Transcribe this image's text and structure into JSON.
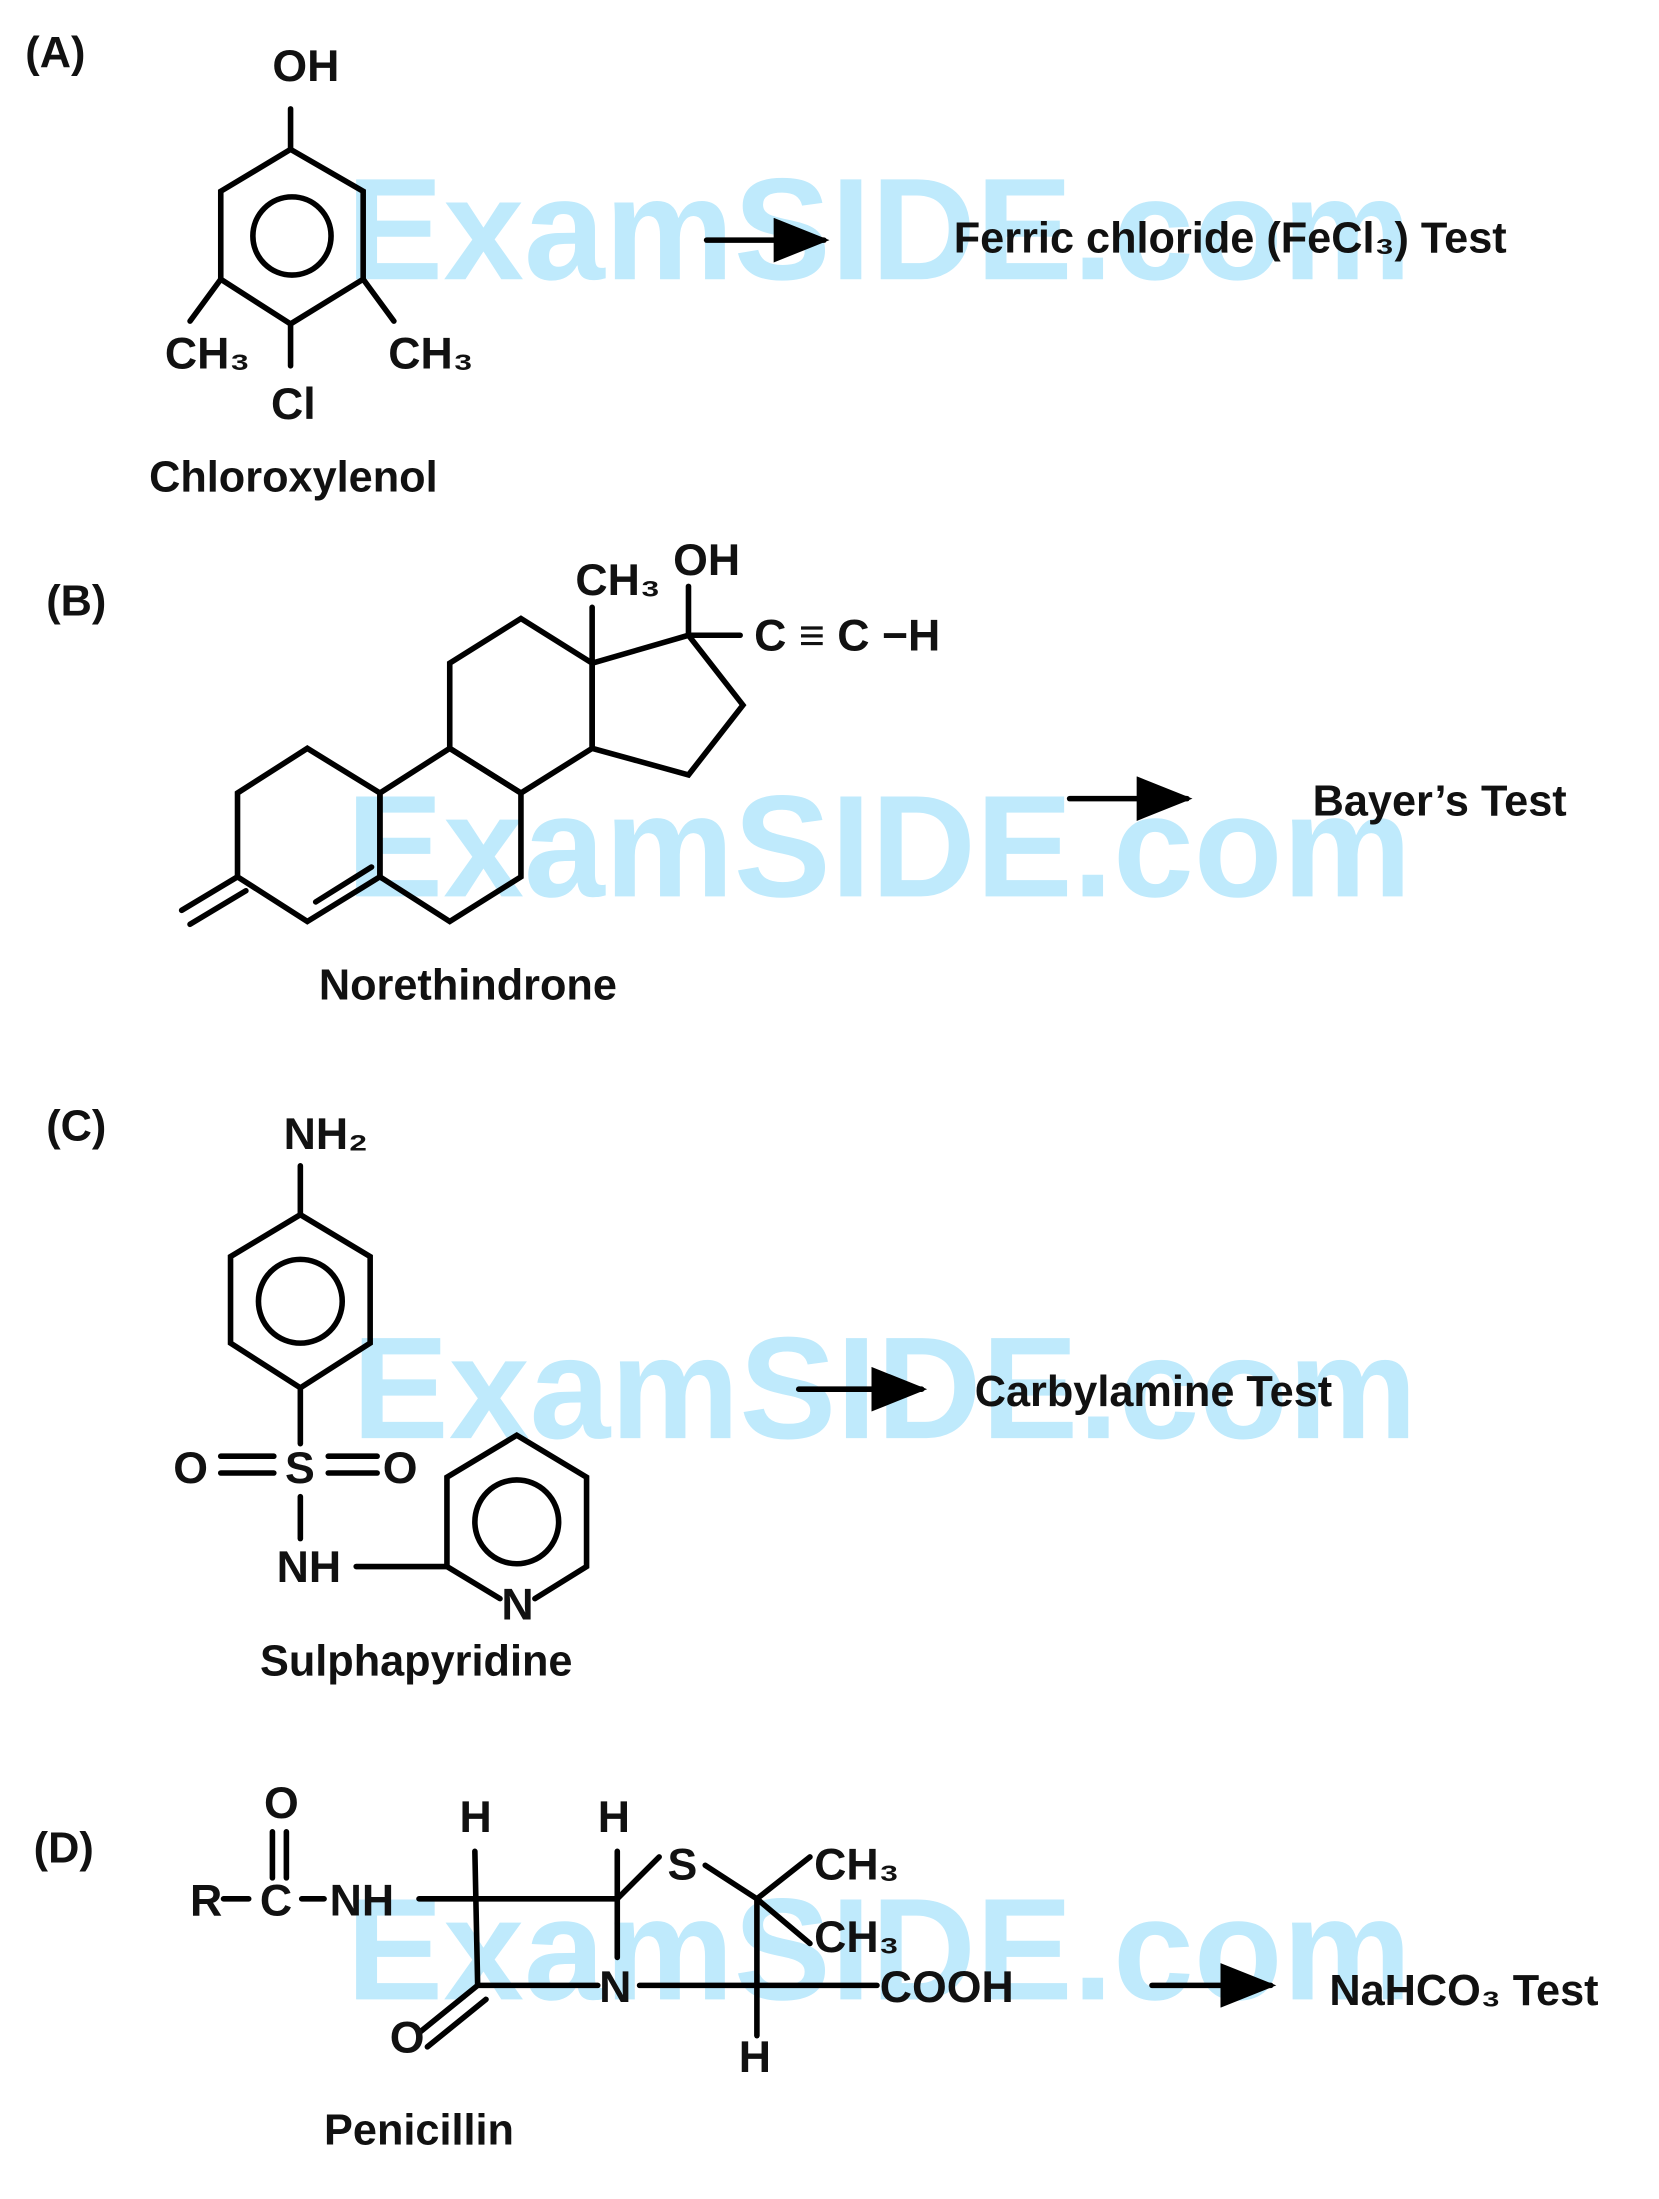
{
  "watermark": "ExamSIDE.com",
  "items": [
    {
      "label": "(A)",
      "compound": "Chloroxylenol",
      "groups": {
        "oh": "OH",
        "ch3_left": "CH₃",
        "ch3_right": "CH₃",
        "cl": "Cl"
      },
      "test": "Ferric chloride (FeCl₃) Test"
    },
    {
      "label": "(B)",
      "compound": "Norethindrone",
      "groups": {
        "ch3": "CH₃",
        "oh": "OH",
        "alkyne": "C ≡ C −H"
      },
      "test": "Bayer’s Test"
    },
    {
      "label": "(C)",
      "compound": "Sulphapyridine",
      "groups": {
        "nh2": "NH₂",
        "o_left": "O",
        "s": "S",
        "o_right": "O",
        "nh": "NH",
        "n": "N"
      },
      "test": "Carbylamine Test"
    },
    {
      "label": "(D)",
      "compound": "Penicillin",
      "groups": {
        "o_top": "O",
        "r": "R",
        "c": "C",
        "nh": "NH",
        "h1": "H",
        "h2": "H",
        "s": "S",
        "ch3_a": "CH₃",
        "ch3_b": "CH₃",
        "n": "N",
        "cooh": "COOH",
        "o_bottom": "O",
        "h3": "H"
      },
      "test": "NaHCO₃ Test"
    }
  ]
}
